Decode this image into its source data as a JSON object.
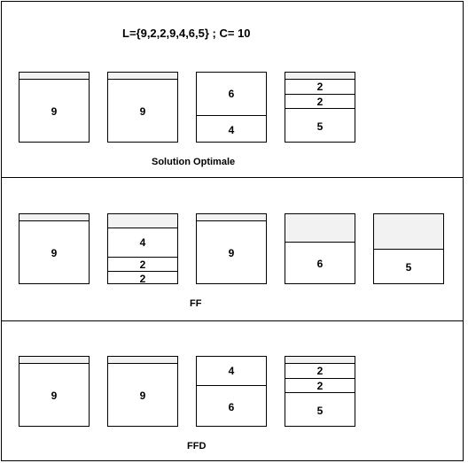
{
  "title": "L={9,2,2,9,4,6,5} ; C= 10",
  "capacity": 10,
  "sections": [
    {
      "label": "Solution Optimale",
      "bins": [
        {
          "items": [
            9
          ]
        },
        {
          "items": [
            9
          ]
        },
        {
          "items": [
            6,
            4
          ]
        },
        {
          "items": [
            2,
            2,
            5
          ]
        }
      ]
    },
    {
      "label": "FF",
      "bins": [
        {
          "items": [
            9
          ]
        },
        {
          "items": [
            4,
            2,
            2
          ]
        },
        {
          "items": [
            9
          ]
        },
        {
          "items": [
            6
          ]
        },
        {
          "items": [
            5
          ]
        }
      ]
    },
    {
      "label": "FFD",
      "bins": [
        {
          "items": [
            9
          ]
        },
        {
          "items": [
            9
          ]
        },
        {
          "items": [
            4,
            6
          ]
        },
        {
          "items": [
            2,
            2,
            5
          ]
        }
      ]
    }
  ]
}
